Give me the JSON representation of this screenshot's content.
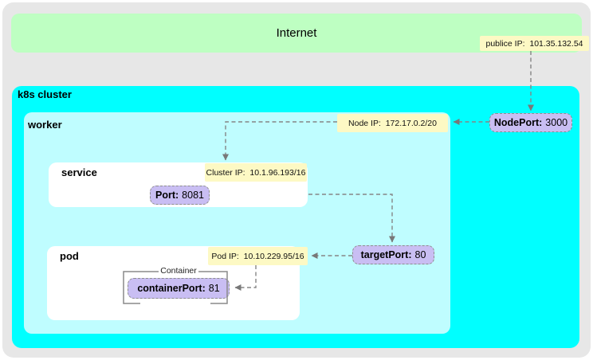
{
  "colors": {
    "background_gray": "#e7e7e7",
    "internet_green": "#beffc2",
    "cluster_cyan": "#00ffff",
    "worker_cyan": "#bffdff",
    "label_yellow": "#fdf9c4",
    "port_purple": "#c9bef3"
  },
  "internet": {
    "label": "Internet"
  },
  "public_ip": {
    "text": "publice IP:  101.35.132.54"
  },
  "cluster": {
    "label": "k8s cluster",
    "node_port": {
      "key": "NodePort:",
      "value": "3000"
    },
    "worker": {
      "label": "worker",
      "node_ip": {
        "text": "Node IP:  172.17.0.2/20"
      },
      "service": {
        "label": "service",
        "cluster_ip": {
          "text": "Cluster IP:  10.1.96.193/16"
        },
        "port": {
          "key": "Port:",
          "value": "8081"
        }
      },
      "target_port": {
        "key": "targetPort:",
        "value": "80"
      },
      "pod": {
        "label": "pod",
        "pod_ip": {
          "text": "Pod IP:  10.10.229.95/16"
        },
        "container": {
          "label": "Container",
          "container_port": {
            "key": "containerPort:",
            "value": "81"
          }
        }
      }
    }
  },
  "connections": [
    {
      "from": "publice IP",
      "to": "NodePort"
    },
    {
      "from": "NodePort",
      "to": "Node IP"
    },
    {
      "from": "Node IP",
      "to": "Cluster IP"
    },
    {
      "from": "Port",
      "to": "targetPort"
    },
    {
      "from": "targetPort",
      "to": "Pod IP"
    },
    {
      "from": "Pod IP",
      "to": "containerPort"
    }
  ]
}
